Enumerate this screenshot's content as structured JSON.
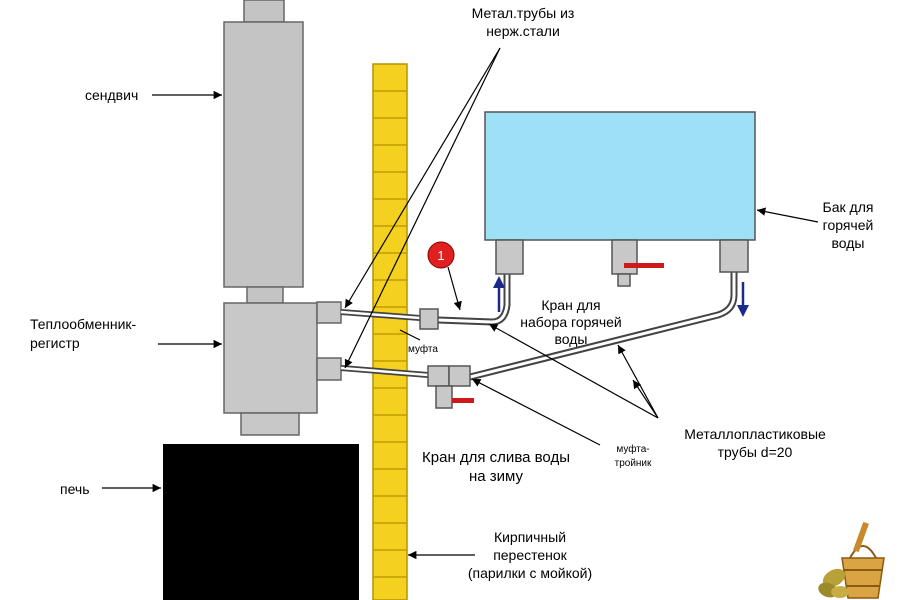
{
  "labels": {
    "steel_pipes": [
      "Метал.трубы из",
      "нерж.стали"
    ],
    "sandwich": "сендвич",
    "heat_exchanger": [
      "Теплообменник-",
      "регистр"
    ],
    "stove": "печь",
    "tank": [
      "Бак для",
      "горячей",
      "воды"
    ],
    "hot_tap": [
      "Кран для",
      "набора горячей",
      "воды"
    ],
    "coupling": "муфта",
    "tee": [
      "муфта-",
      "тройник"
    ],
    "drain_tap": [
      "Кран для слива воды",
      "на зиму"
    ],
    "mp_pipes": [
      "Металлопластиковые",
      "трубы d=20"
    ],
    "brick_wall": [
      "Кирпичный",
      "перестенок",
      "(парилки с мойкой)"
    ],
    "marker_number": "1"
  },
  "colors": {
    "sandwich_fill": "#c4c4c4",
    "exchanger_fill": "#c8c8c8",
    "stove_fill": "#000000",
    "brick_fill": "#f5d11f",
    "brick_stroke": "#b59400",
    "tank_fill": "#9ee0f6",
    "tap_handle": "#cc1a1a",
    "flow_arrow": "#1a2a8c",
    "marker_fill": "#e02020"
  },
  "icons": {
    "logo": "bath-bucket-broom-logo"
  }
}
